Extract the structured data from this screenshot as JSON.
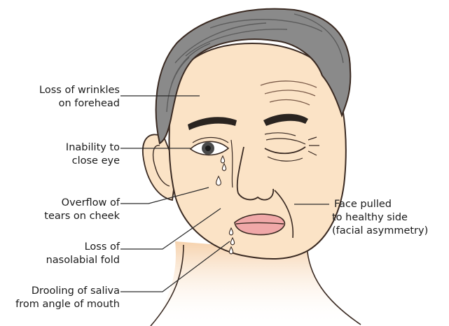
{
  "labels": {
    "wrinkles": [
      "Loss of wrinkles",
      "on forehead"
    ],
    "eye": [
      "Inability to",
      "close eye"
    ],
    "tears": [
      "Overflow of",
      "tears on cheek"
    ],
    "fold": [
      "Loss of",
      "nasolabial fold"
    ],
    "saliva": [
      "Drooling of saliva",
      "from angle of mouth"
    ],
    "face": [
      "Face pulled",
      "to healthy side",
      "(facial asymmetry)"
    ]
  },
  "colors": {
    "skin": "#fbe3c6",
    "skin_shadow": "#f2caa0",
    "hair": "#8a8a8a",
    "hair_dark": "#5c5c5c",
    "lips": "#f0a8a8",
    "tears": "#ffffff",
    "outline": "#3a2a22"
  }
}
